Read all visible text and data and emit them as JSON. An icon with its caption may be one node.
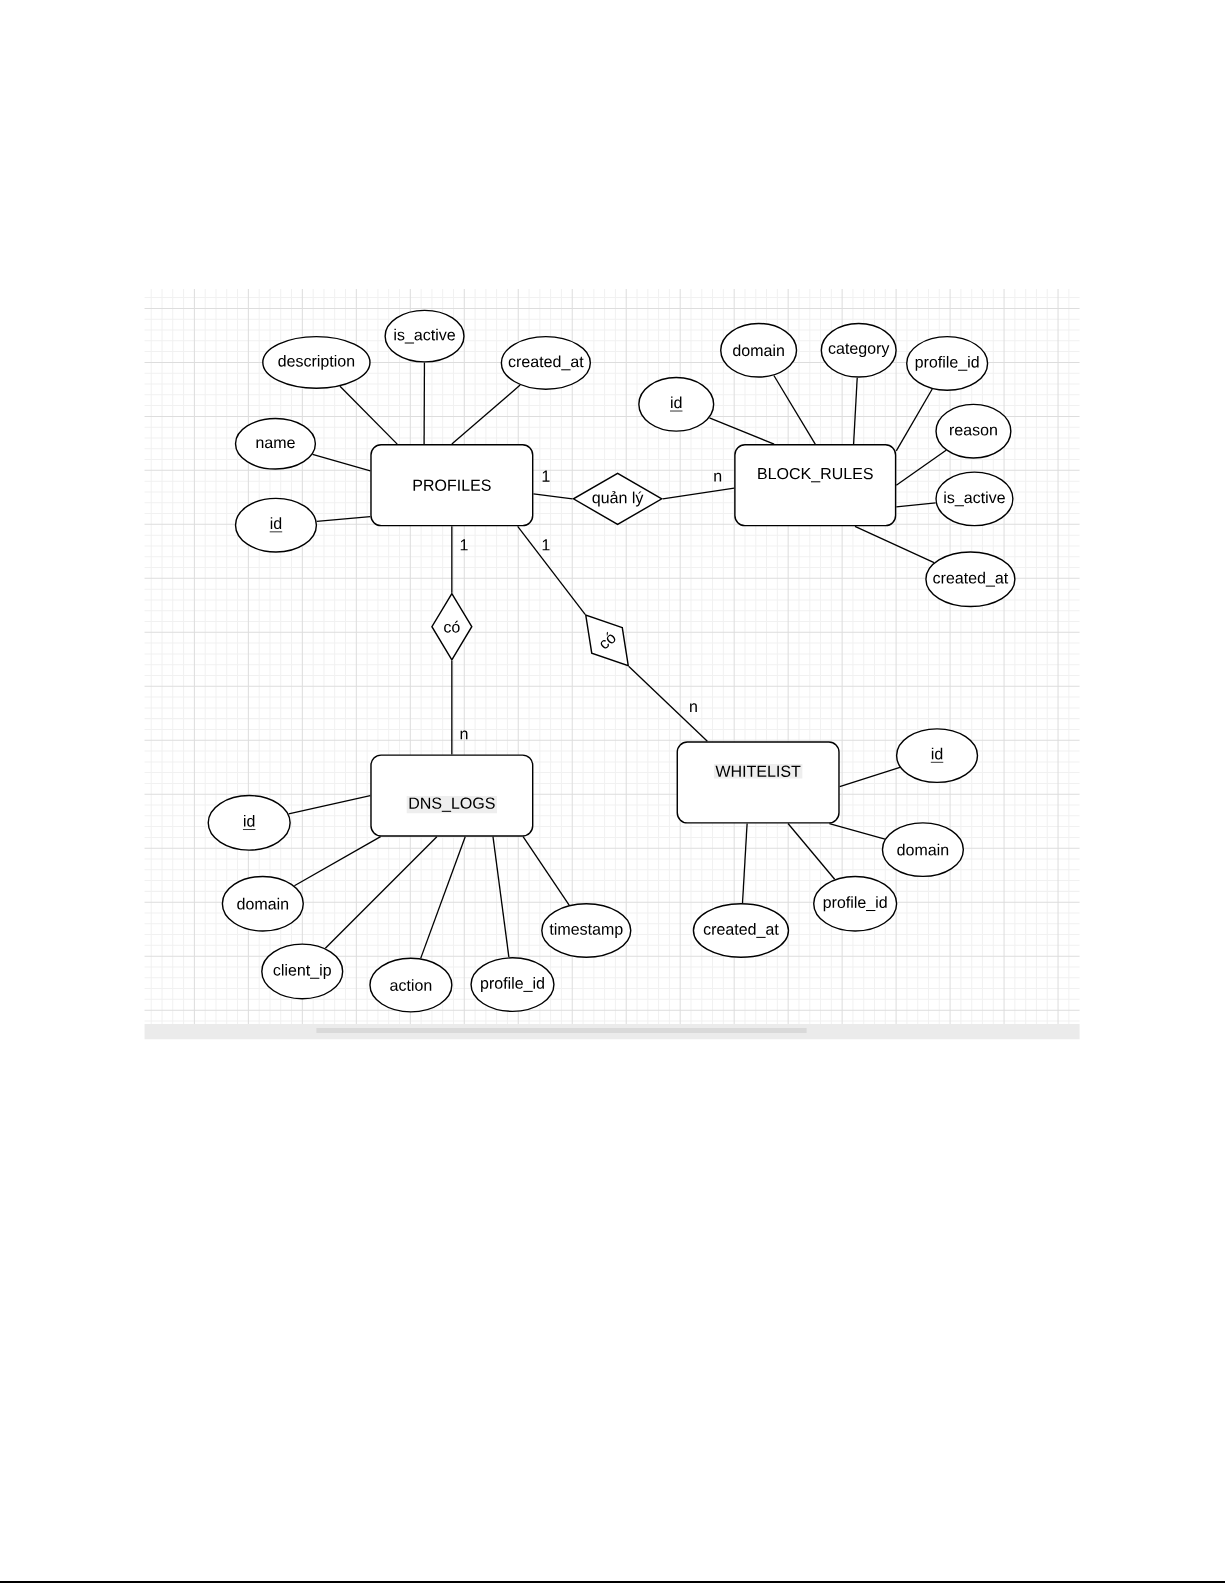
{
  "diagram": {
    "nodes": [
      {
        "text": [
          "PROFILES"
        ]
      },
      {
        "text": [
          "BLOCK_RULES"
        ]
      },
      {
        "text": [
          "DNS_LOGS"
        ]
      },
      {
        "text": [
          "WHITELIST"
        ]
      },
      {
        "text": [
          "quản lý"
        ]
      },
      {
        "text": [
          "có"
        ]
      },
      {
        "text": [
          "có"
        ]
      },
      {
        "text": [
          "description"
        ]
      },
      {
        "text": [
          "is_active"
        ]
      },
      {
        "text": [
          "created_at"
        ]
      },
      {
        "text": [
          "name"
        ]
      },
      {
        "text": [
          "id"
        ]
      },
      {
        "text": [
          "id"
        ]
      },
      {
        "text": [
          "domain"
        ]
      },
      {
        "text": [
          "category"
        ]
      },
      {
        "text": [
          "profile_id"
        ]
      },
      {
        "text": [
          "reason"
        ]
      },
      {
        "text": [
          "is_active"
        ]
      },
      {
        "text": [
          "created_at"
        ]
      },
      {
        "text": [
          "id"
        ]
      },
      {
        "text": [
          "domain"
        ]
      },
      {
        "text": [
          "client_ip"
        ]
      },
      {
        "text": [
          "action"
        ]
      },
      {
        "text": [
          "profile_id"
        ]
      },
      {
        "text": [
          "timestamp"
        ]
      },
      {
        "text": [
          "id"
        ]
      },
      {
        "text": [
          "domain"
        ]
      },
      {
        "text": [
          "profile_id"
        ]
      },
      {
        "text": [
          "created_at"
        ]
      }
    ],
    "edges": [
      {
        "from": 0,
        "to": 4,
        "arrow": "none",
        "label": "1"
      },
      {
        "from": 4,
        "to": 1,
        "arrow": "none",
        "label": "n"
      },
      {
        "from": 0,
        "to": 5,
        "arrow": "none",
        "label": "1"
      },
      {
        "from": 5,
        "to": 2,
        "arrow": "none",
        "label": "n"
      },
      {
        "from": 0,
        "to": 6,
        "arrow": "none",
        "label": "1"
      },
      {
        "from": 6,
        "to": 3,
        "arrow": "none",
        "label": "n"
      },
      {
        "from": 0,
        "to": 7,
        "arrow": "none"
      },
      {
        "from": 0,
        "to": 8,
        "arrow": "none"
      },
      {
        "from": 0,
        "to": 9,
        "arrow": "none"
      },
      {
        "from": 0,
        "to": 10,
        "arrow": "none"
      },
      {
        "from": 0,
        "to": 11,
        "arrow": "none"
      },
      {
        "from": 1,
        "to": 12,
        "arrow": "none"
      },
      {
        "from": 1,
        "to": 13,
        "arrow": "none"
      },
      {
        "from": 1,
        "to": 14,
        "arrow": "none"
      },
      {
        "from": 1,
        "to": 15,
        "arrow": "none"
      },
      {
        "from": 1,
        "to": 16,
        "arrow": "none"
      },
      {
        "from": 1,
        "to": 17,
        "arrow": "none"
      },
      {
        "from": 1,
        "to": 18,
        "arrow": "none"
      },
      {
        "from": 2,
        "to": 19,
        "arrow": "none"
      },
      {
        "from": 2,
        "to": 20,
        "arrow": "none"
      },
      {
        "from": 2,
        "to": 21,
        "arrow": "none"
      },
      {
        "from": 2,
        "to": 22,
        "arrow": "none"
      },
      {
        "from": 2,
        "to": 23,
        "arrow": "none"
      },
      {
        "from": 2,
        "to": 24,
        "arrow": "none"
      },
      {
        "from": 3,
        "to": 25,
        "arrow": "none"
      },
      {
        "from": 3,
        "to": 26,
        "arrow": "none"
      },
      {
        "from": 3,
        "to": 27,
        "arrow": "none"
      },
      {
        "from": 3,
        "to": 28,
        "arrow": "none"
      }
    ]
  }
}
